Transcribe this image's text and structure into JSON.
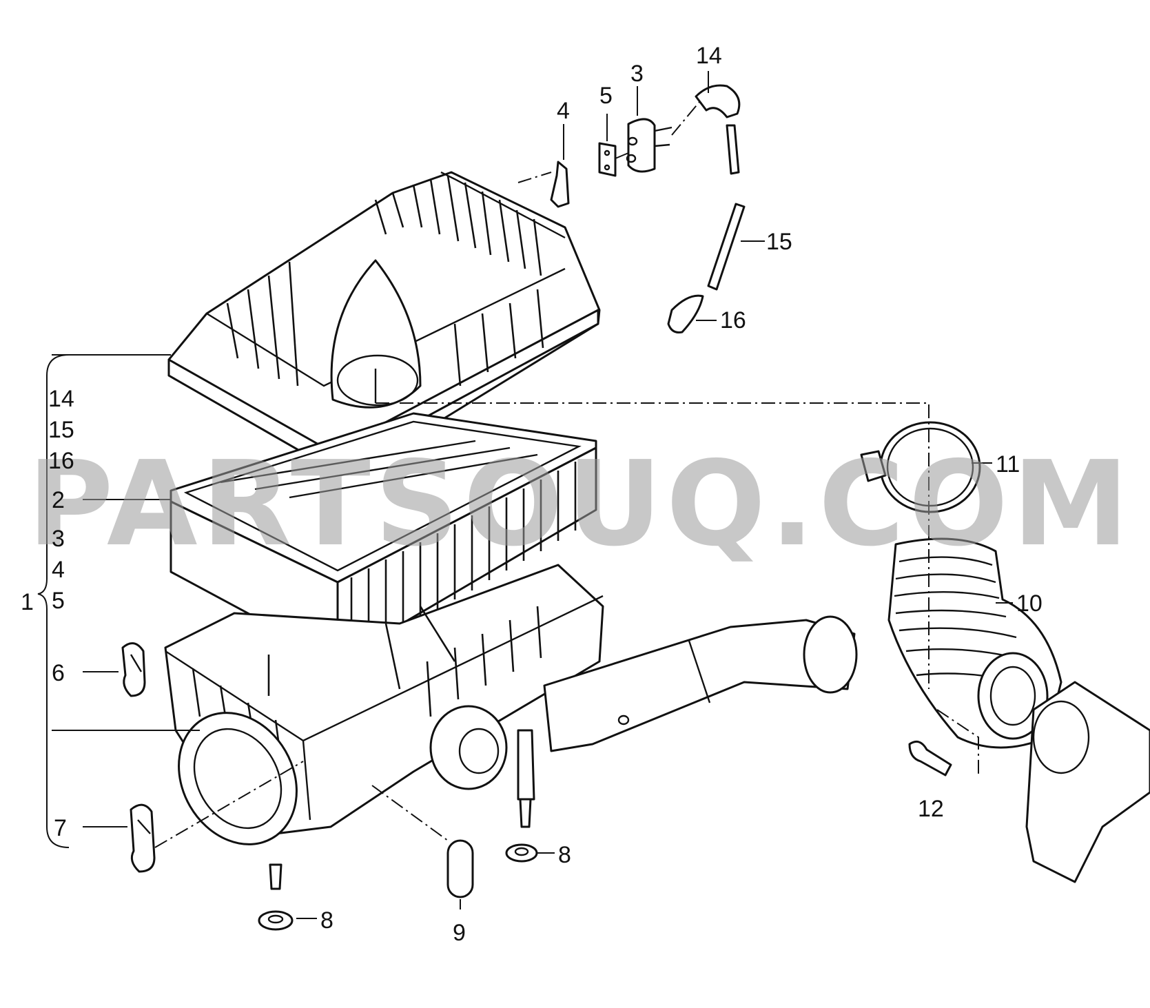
{
  "watermark": "PARTSOUQ.COM",
  "bracket": {
    "main_label": "1",
    "items": [
      "14",
      "15",
      "16",
      "2",
      "3",
      "4",
      "5"
    ]
  },
  "callouts": {
    "c2": "2",
    "c3": "3",
    "c4": "4",
    "c5": "5",
    "c6": "6",
    "c7": "7",
    "c8a": "8",
    "c8b": "8",
    "c9": "9",
    "c10": "10",
    "c11": "11",
    "c12": "12",
    "c14": "14",
    "c15": "15",
    "c16": "16"
  },
  "colors": {
    "line": "#111111",
    "watermark": "#9a9a9a",
    "background": "#ffffff"
  }
}
